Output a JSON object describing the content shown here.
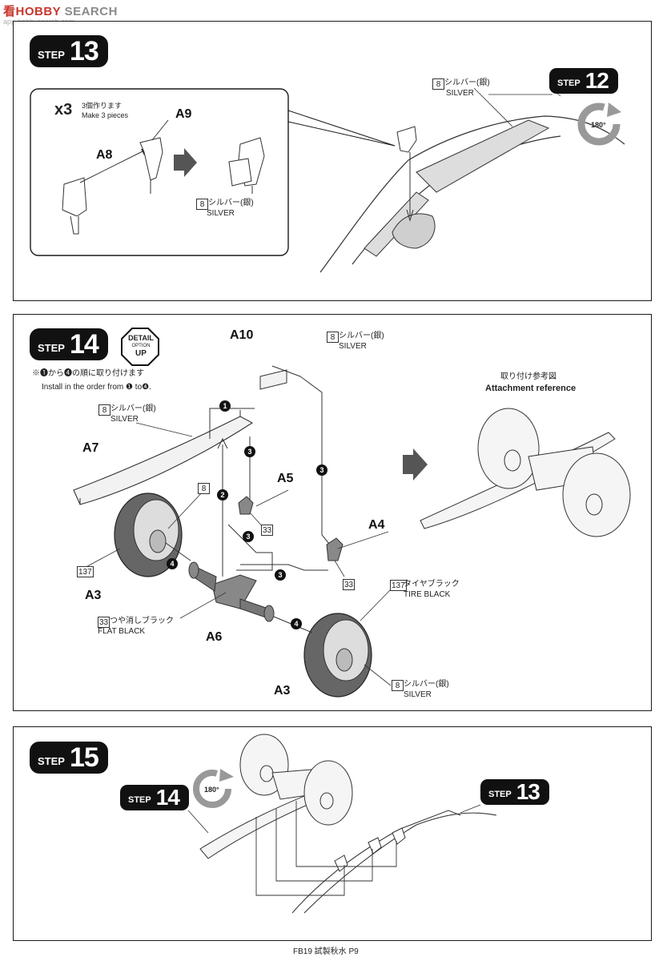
{
  "watermark": {
    "part_a": "看HOBBY",
    "part_b": "SEARCH",
    "sub": "app-hobbysearch.com"
  },
  "step13": {
    "badge": {
      "word": "STEP",
      "num": "13"
    },
    "sub_badge": {
      "word": "STEP",
      "num": "12"
    },
    "rotate": "180°",
    "make": {
      "mult": "x3",
      "jp": "3個作ります",
      "en": "Make 3 pieces"
    },
    "labels": {
      "a8": "A8",
      "a9": "A9"
    },
    "silver1": {
      "code": "8",
      "jp": "シルバー(銀)",
      "en": "SILVER"
    },
    "silver2": {
      "code": "8",
      "jp": "シルバー(銀)",
      "en": "SILVER"
    }
  },
  "step14": {
    "badge": {
      "word": "STEP",
      "num": "14"
    },
    "detail": {
      "l1": "DETAIL",
      "l2": "OPTION",
      "l3": "UP"
    },
    "note_jp": "※❶から❹の順に取り付けます",
    "note_en": "Install in the order from ❶ to❹.",
    "labels": {
      "a10": "A10",
      "a7": "A7",
      "a5": "A5",
      "a4": "A4",
      "a3a": "A3",
      "a3b": "A3",
      "a6": "A6"
    },
    "silver_a10": {
      "code": "8",
      "jp": "シルバー(銀)",
      "en": "SILVER"
    },
    "silver_a7": {
      "code": "8",
      "jp": "シルバー(銀)",
      "en": "SILVER"
    },
    "silver_hub": {
      "code": "8"
    },
    "tire_code": {
      "code": "137"
    },
    "flat_a5": {
      "code": "33"
    },
    "flat_a4": {
      "code": "33"
    },
    "flat_black": {
      "code": "33",
      "jp": "つや消しブラック",
      "en": "FLAT BLACK"
    },
    "tire_black": {
      "code": "137",
      "jp": "タイヤブラック",
      "en": "TIRE BLACK"
    },
    "silver_wheel": {
      "code": "8",
      "jp": "シルバー(銀)",
      "en": "SILVER"
    },
    "ref": {
      "jp": "取り付け参考図",
      "en": "Attachment reference"
    },
    "order": [
      "1",
      "2",
      "3",
      "3",
      "3",
      "3",
      "4",
      "4"
    ]
  },
  "step15": {
    "badge": {
      "word": "STEP",
      "num": "15"
    },
    "sub14": {
      "word": "STEP",
      "num": "14"
    },
    "sub13": {
      "word": "STEP",
      "num": "13"
    },
    "rotate": "180°"
  },
  "footer": "FB19 試製秋水 P9"
}
